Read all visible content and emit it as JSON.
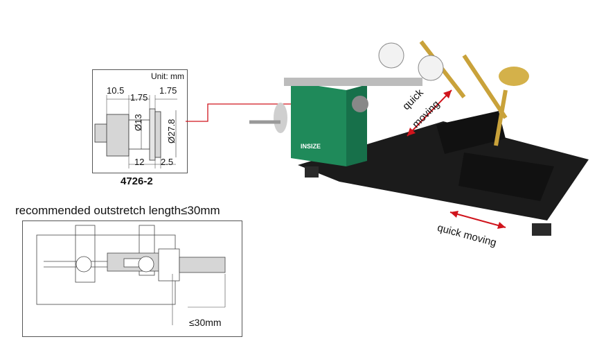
{
  "detail_drawing": {
    "unit_label": "Unit: mm",
    "dim_top_left": "10.5",
    "dim_top_mid": "1.75",
    "dim_top_right": "1.75",
    "dim_dia_small": "Ø13",
    "dim_dia_large": "Ø27.8",
    "dim_bottom_left": "12",
    "dim_bottom_right": "2.5",
    "model": "4726-2"
  },
  "outstretch_drawing": {
    "heading": "recommended outstretch length≤30mm",
    "dim_label": "≤30mm"
  },
  "photo": {
    "brand": "INSIZE",
    "label_quick_moving_upper_1": "quick",
    "label_quick_moving_upper_2": "moving",
    "label_quick_moving_lower": "quick moving"
  },
  "colors": {
    "callout_line": "#d0141c",
    "arrow": "#d0141c",
    "body_green": "#1f8a5a",
    "base_black": "#1b1b1b",
    "brass": "#c9a23a"
  }
}
